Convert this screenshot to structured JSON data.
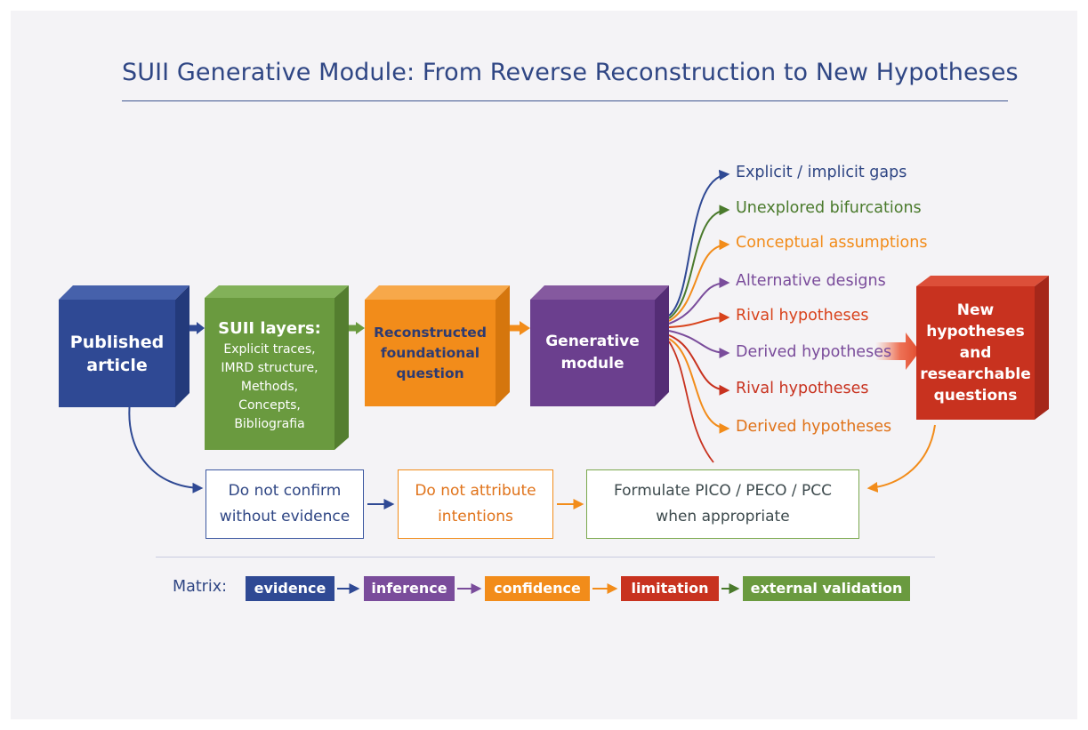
{
  "title": "SUII Generative Module: From Reverse Reconstruction to New Hypotheses",
  "nodes": {
    "published": [
      "Published",
      "article"
    ],
    "layers": {
      "title": "SUII layers:",
      "items": [
        "Explicit traces,",
        "IMRD structure,",
        "Methods,",
        "Concepts,",
        "Bibliografia"
      ]
    },
    "question": [
      "Reconstructed",
      "foundational",
      "question"
    ],
    "generative": [
      "Generative",
      "module"
    ],
    "new_hypotheses": [
      "New",
      "hypotheses",
      "and",
      "researchable",
      "questions"
    ]
  },
  "branches": [
    {
      "label": "Explicit / implicit gaps",
      "color": "#2f4684"
    },
    {
      "label": "Unexplored bifurcations",
      "color": "#4a7a2c"
    },
    {
      "label": "Conceptual assumptions",
      "color": "#f28c1a"
    },
    {
      "label": "Alternative designs",
      "color": "#7a4c9b"
    },
    {
      "label": "Rival hypotheses",
      "color": "#d8431c"
    },
    {
      "label": "Derived hypotheses",
      "color": "#7a4c9b"
    },
    {
      "label": "Rival hypotheses",
      "color": "#c8321f"
    },
    {
      "label": "Derived hypotheses",
      "color": "#e0731a"
    }
  ],
  "rules": {
    "confirm": [
      "Do not confirm",
      "without evidence"
    ],
    "attribute": [
      "Do not attribute",
      "intentions"
    ],
    "pico": [
      "Formulate PICO / PECO / PCC",
      "when appropriate"
    ]
  },
  "matrix": {
    "label": "Matrix:",
    "steps": [
      "evidence",
      "inference",
      "confidence",
      "limitation",
      "external validation"
    ]
  },
  "colors": {
    "navy": "#2f4994",
    "green": "#6a9a3f",
    "orange": "#f28c1a",
    "purple": "#6b3f8e",
    "red": "#c8321f"
  }
}
